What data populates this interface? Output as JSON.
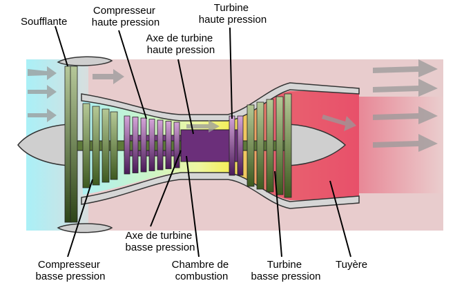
{
  "labels": {
    "soufflante": "Soufflante",
    "compresseur_hp": [
      "Compresseur",
      "haute pression"
    ],
    "turbine_hp": [
      "Turbine",
      "haute pression"
    ],
    "axe_hp": [
      "Axe de turbine",
      "haute pression"
    ],
    "axe_bp": [
      "Axe de turbine",
      "basse pression"
    ],
    "compresseur_bp": [
      "Compresseur",
      "basse pression"
    ],
    "chambre": [
      "Chambre de",
      "combustion"
    ],
    "turbine_bp": [
      "Turbine",
      "basse pression"
    ],
    "tuyere": "Tuyère"
  },
  "colors": {
    "bypass": "#e8cccd",
    "intake": "#aeeef5",
    "lp_blade": "#8faa6a",
    "hp_blade": "#7a3f86",
    "shaft_lp": "#5e7a3a",
    "shaft_hp": "#6b2f7a",
    "casing": "#c8c8c8",
    "exhaust": "#e8506a"
  }
}
